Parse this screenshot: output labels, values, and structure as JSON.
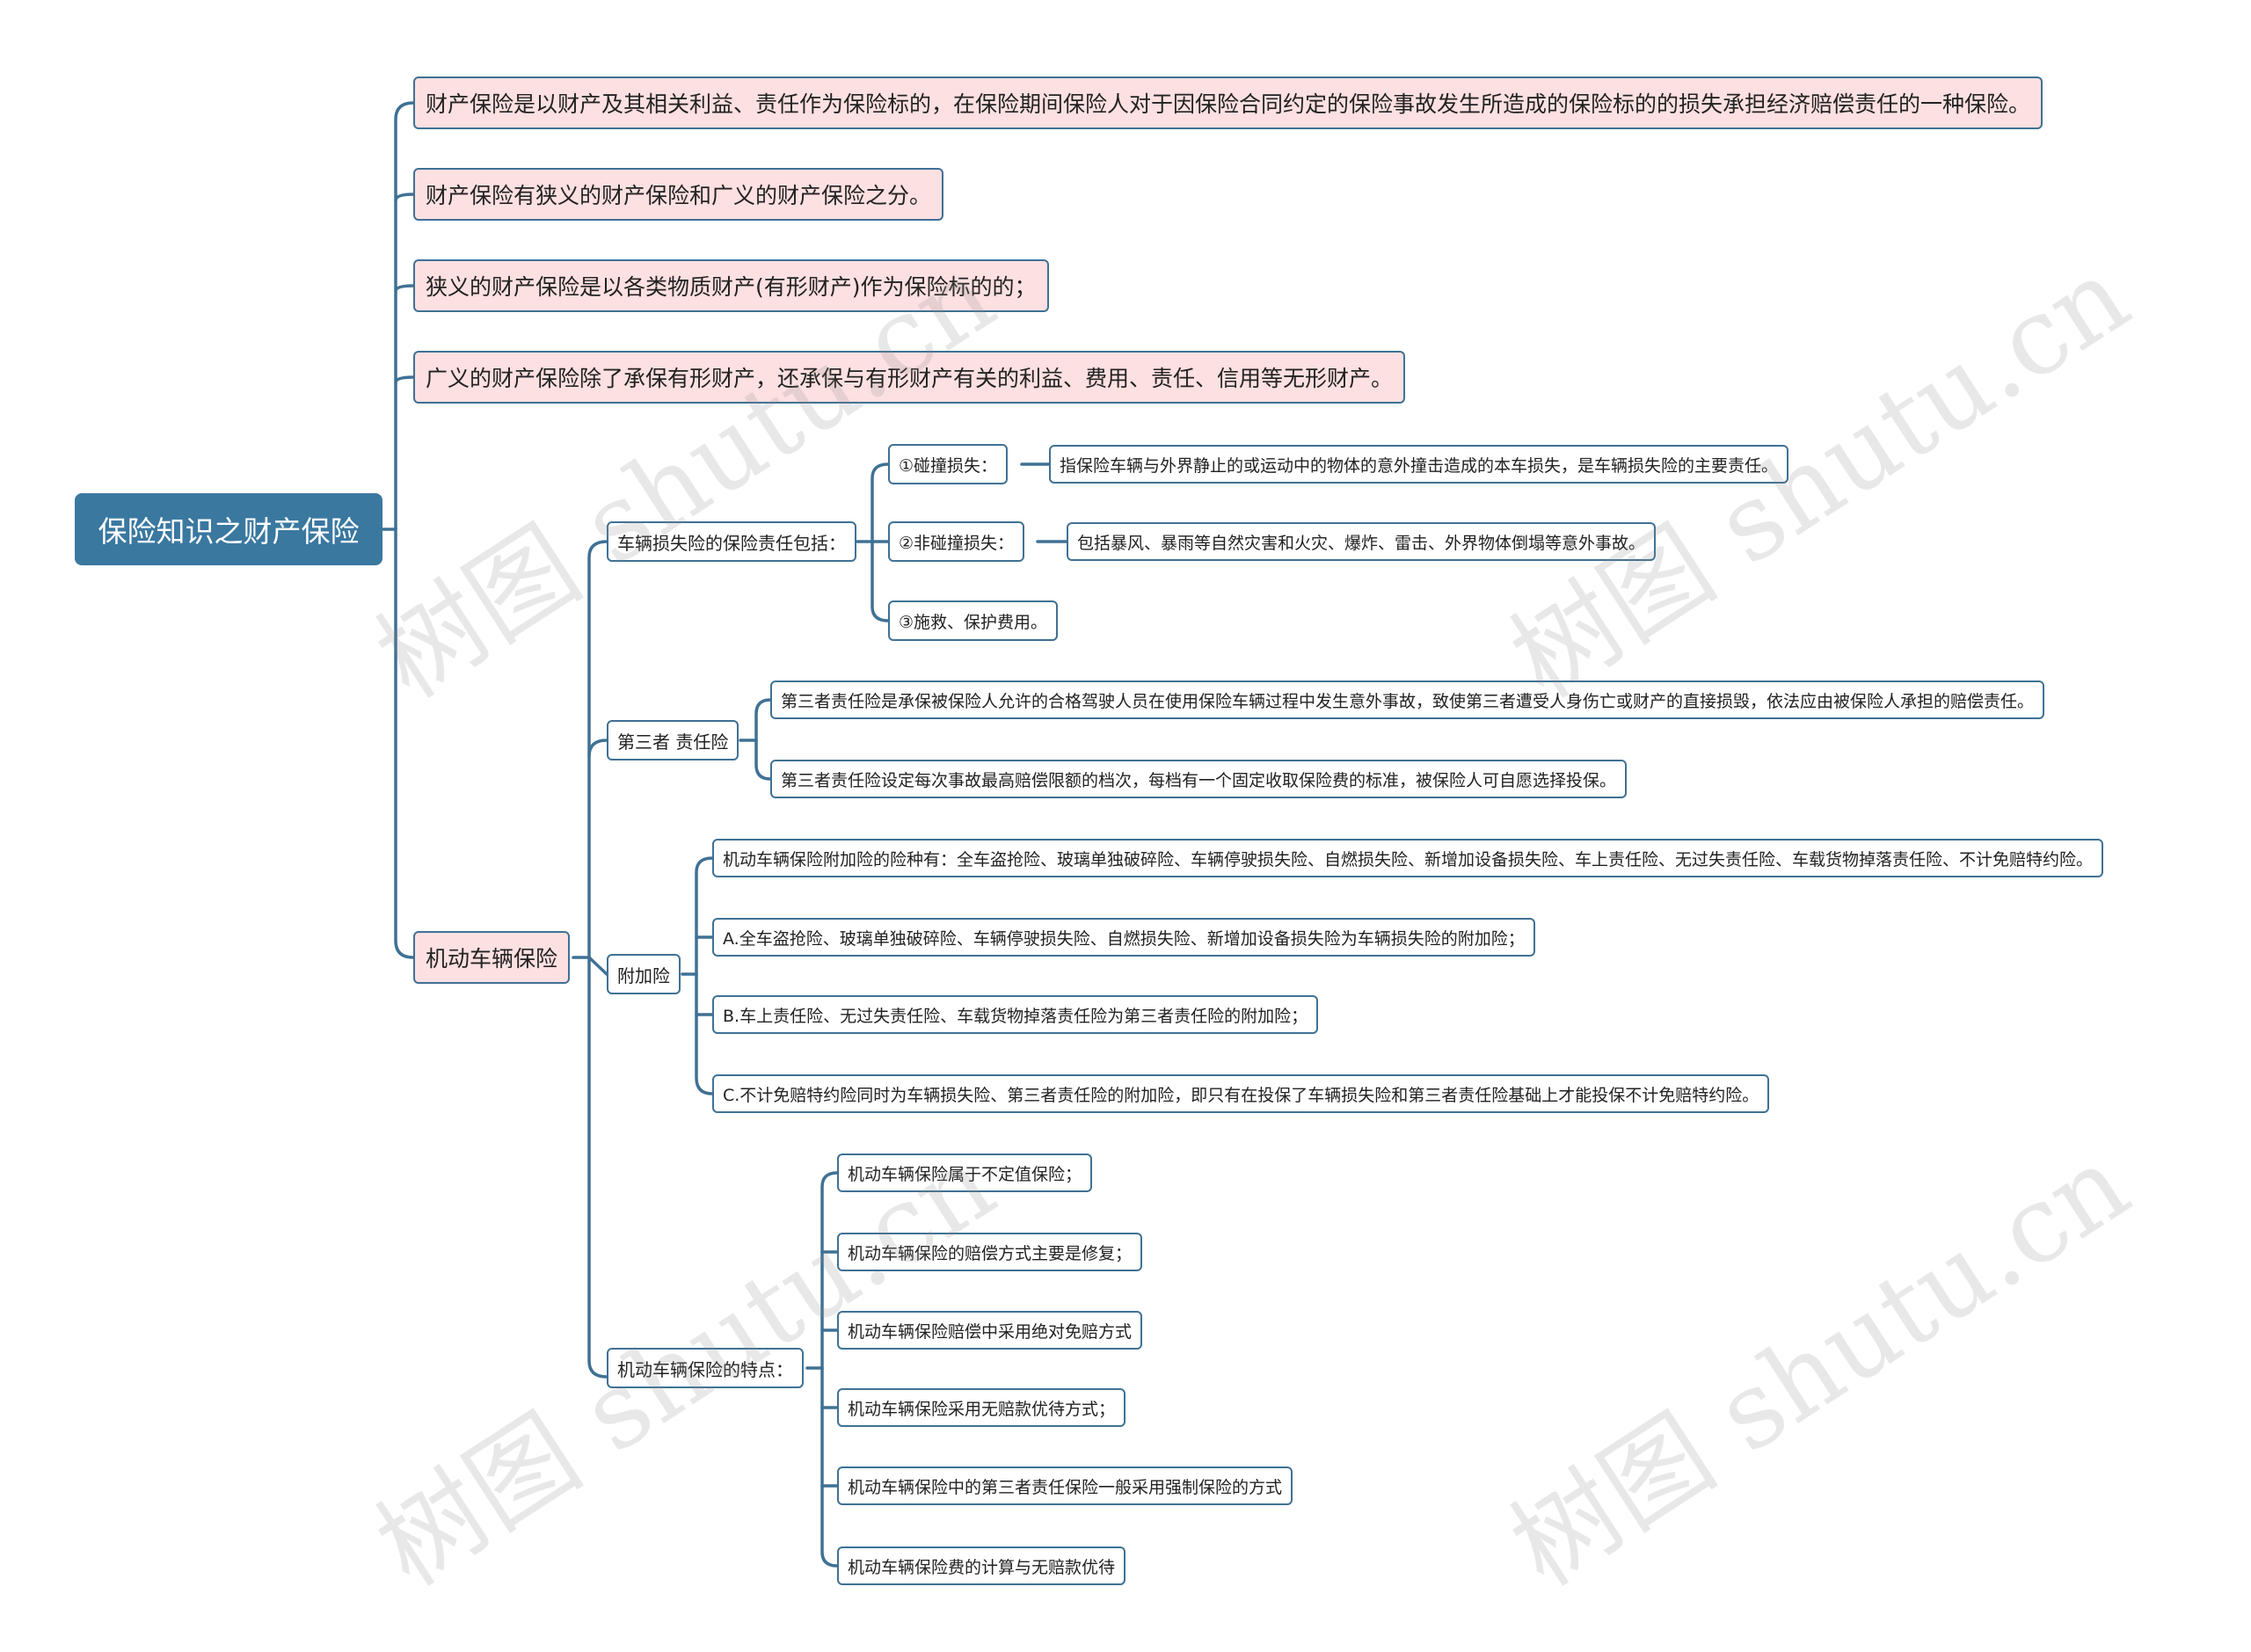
{
  "root": "保险知识之财产保险",
  "definitions": [
    "财产保险是以财产及其相关利益、责任作为保险标的，在保险期间保险人对于因保险合同约定的保险事故发生所造成的保险标的的损失承担经济赔偿责任的一种保险。",
    "财产保险有狭义的财产保险和广义的财产保险之分。",
    "狭义的财产保险是以各类物质财产(有形财产)作为保险标的的；",
    "广义的财产保险除了承保有形财产，还承保与有形财产有关的利益、费用、责任、信用等无形财产。"
  ],
  "motor": {
    "label": "机动车辆保险",
    "vehicle_loss": {
      "label": "车辆损失险的保险责任包括：",
      "items": [
        {
          "label": "①碰撞损失：",
          "detail": "指保险车辆与外界静止的或运动中的物体的意外撞击造成的本车损失，是车辆损失险的主要责任。"
        },
        {
          "label": "②非碰撞损失：",
          "detail": "包括暴风、暴雨等自然灾害和火灾、爆炸、雷击、外界物体倒塌等意外事故。"
        },
        {
          "label": "③施救、保护费用。"
        }
      ]
    },
    "third_party": {
      "label": "第三者 责任险",
      "items": [
        "第三者责任险是承保被保险人允许的合格驾驶人员在使用保险车辆过程中发生意外事故，致使第三者遭受人身伤亡或财产的直接损毁，依法应由被保险人承担的赔偿责任。",
        "第三者责任险设定每次事故最高赔偿限额的档次，每档有一个固定收取保险费的标准，被保险人可自愿选择投保。"
      ]
    },
    "additional": {
      "label": "附加险",
      "items": [
        "机动车辆保险附加险的险种有：全车盗抢险、玻璃单独破碎险、车辆停驶损失险、自燃损失险、新增加设备损失险、车上责任险、无过失责任险、车载货物掉落责任险、不计免赔特约险。",
        "A.全车盗抢险、玻璃单独破碎险、车辆停驶损失险、自燃损失险、新增加设备损失险为车辆损失险的附加险；",
        "B.车上责任险、无过失责任险、车载货物掉落责任险为第三者责任险的附加险；",
        "C.不计免赔特约险同时为车辆损失险、第三者责任险的附加险，即只有在投保了车辆损失险和第三者责任险基础上才能投保不计免赔特约险。"
      ]
    },
    "features": {
      "label": "机动车辆保险的特点：",
      "items": [
        "机动车辆保险属于不定值保险；",
        "机动车辆保险的赔偿方式主要是修复；",
        "机动车辆保险赔偿中采用绝对免赔方式",
        "机动车辆保险采用无赔款优待方式；",
        "机动车辆保险中的第三者责任保险一般采用强制保险的方式",
        "机动车辆保险费的计算与无赔款优待"
      ]
    }
  },
  "watermark": "树图 shutu.cn",
  "colors": {
    "root_fill": "#3a78a0",
    "level1_fill": "#fde0e1",
    "line": "#3f7194",
    "node_fill": "#ffffff"
  }
}
